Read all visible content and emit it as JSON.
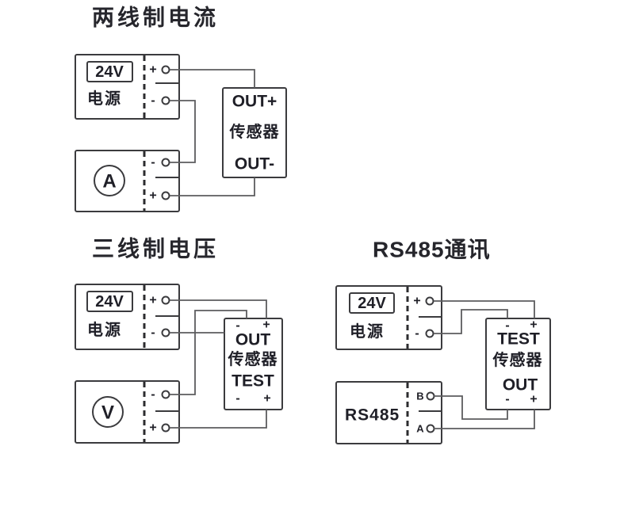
{
  "colors": {
    "bg": "#ffffff",
    "border": "#3b3b3e",
    "dash": "#2c2c2f",
    "wire": "#5c5c5e",
    "ink": "#1f1f27",
    "title": "#26262c"
  },
  "diagrams": [
    {
      "title": "两线制电流",
      "power": {
        "badge": "24V",
        "label": "电源",
        "plus": "+",
        "minus": "-"
      },
      "meter": {
        "symbol": "A",
        "minus": "-",
        "plus": "+"
      },
      "sensor": {
        "lines": [
          "OUT+",
          "传感器",
          "OUT-"
        ]
      }
    },
    {
      "title": "三线制电压",
      "power": {
        "badge": "24V",
        "label": "电源",
        "plus": "+",
        "minus": "-"
      },
      "meter": {
        "symbol": "V",
        "minus": "-",
        "plus": "+"
      },
      "sensor": {
        "top_minus": "-",
        "top_plus": "+",
        "lines": [
          "OUT",
          "传感器",
          "TEST"
        ],
        "bottom_minus": "-",
        "bottom_plus": "+"
      }
    },
    {
      "title": "RS485通讯",
      "power": {
        "badge": "24V",
        "label": "电源",
        "plus": "+",
        "minus": "-"
      },
      "comm": {
        "label": "RS485",
        "terminal_b": "B",
        "terminal_a": "A"
      },
      "sensor": {
        "top_minus": "-",
        "top_plus": "+",
        "lines": [
          "TEST",
          "传感器",
          "OUT"
        ],
        "bottom_minus": "-",
        "bottom_plus": "+"
      }
    }
  ]
}
